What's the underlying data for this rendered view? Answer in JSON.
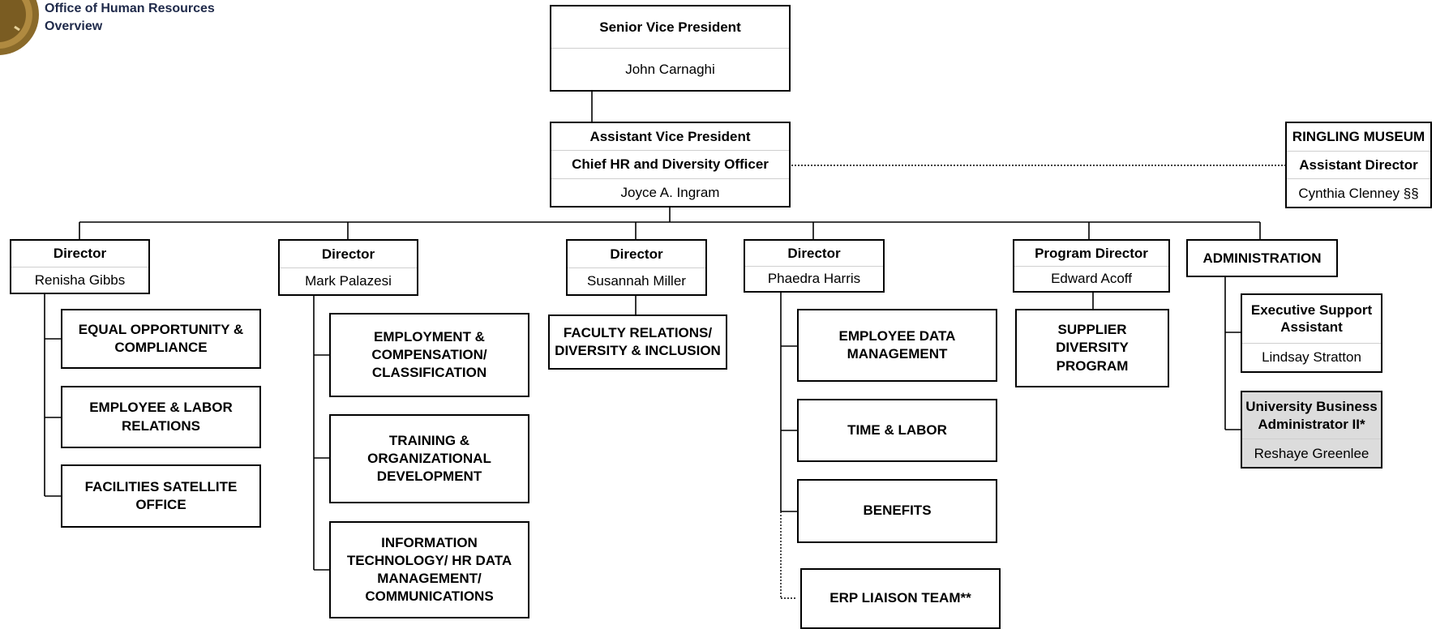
{
  "header": {
    "line1": "Office of Human Resources",
    "line2": "Overview"
  },
  "seal": {
    "icon": "university-seal-icon",
    "color": "#8a6a2a"
  },
  "svp": {
    "title": "Senior Vice President",
    "name": "John Carnaghi"
  },
  "avp": {
    "title1": "Assistant Vice President",
    "title2": "Chief HR and Diversity Officer",
    "name": "Joyce A. Ingram"
  },
  "ringling": {
    "title1": "RINGLING MUSEUM",
    "title2": "Assistant Director",
    "name": "Cynthia Clenney §§"
  },
  "directors": [
    {
      "title": "Director",
      "name": "Renisha Gibbs"
    },
    {
      "title": "Director",
      "name": "Mark Palazesi"
    },
    {
      "title": "Director",
      "name": "Susannah Miller"
    },
    {
      "title": "Director",
      "name": "Phaedra Harris"
    },
    {
      "title": "Program Director",
      "name": "Edward Acoff"
    }
  ],
  "administration": {
    "title": "ADMINISTRATION"
  },
  "units": {
    "gibbs": [
      "EQUAL OPPORTUNITY & COMPLIANCE",
      "EMPLOYEE & LABOR RELATIONS",
      "FACILITIES SATELLITE OFFICE"
    ],
    "palazesi": [
      "EMPLOYMENT & COMPENSATION/ CLASSIFICATION",
      "TRAINING & ORGANIZATIONAL DEVELOPMENT",
      "INFORMATION TECHNOLOGY/ HR DATA MANAGEMENT/ COMMUNICATIONS"
    ],
    "miller": [
      "FACULTY RELATIONS/ DIVERSITY & INCLUSION"
    ],
    "harris": [
      "EMPLOYEE DATA MANAGEMENT",
      "TIME & LABOR",
      "BENEFITS",
      "ERP LIAISON TEAM**"
    ],
    "acoff": [
      "SUPPLIER DIVERSITY PROGRAM"
    ]
  },
  "admin_staff": [
    {
      "title": "Executive Support Assistant",
      "name": "Lindsay Stratton",
      "shaded": false
    },
    {
      "title": "University Business Administrator II*",
      "name": "Reshaye Greenlee",
      "shaded": true
    }
  ]
}
